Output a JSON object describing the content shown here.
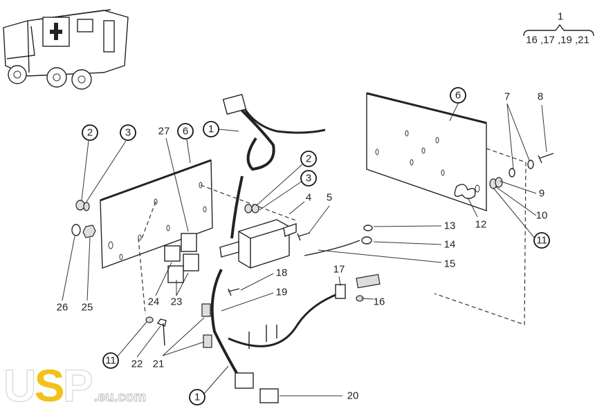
{
  "diagram": {
    "assembly_label": "1",
    "assembly_parts": "16 ,17 ,19 ,21",
    "callouts": [
      {
        "text": "1",
        "circled": true
      },
      {
        "text": "2",
        "circled": true
      },
      {
        "text": "3",
        "circled": true
      },
      {
        "text": "27",
        "circled": false
      },
      {
        "text": "6",
        "circled": true
      },
      {
        "text": "6",
        "circled": true
      },
      {
        "text": "7",
        "circled": false
      },
      {
        "text": "8",
        "circled": false
      },
      {
        "text": "2",
        "circled": true
      },
      {
        "text": "3",
        "circled": true
      },
      {
        "text": "4",
        "circled": false
      },
      {
        "text": "5",
        "circled": false
      },
      {
        "text": "9",
        "circled": false
      },
      {
        "text": "10",
        "circled": false
      },
      {
        "text": "11",
        "circled": true
      },
      {
        "text": "12",
        "circled": false
      },
      {
        "text": "13",
        "circled": false
      },
      {
        "text": "14",
        "circled": false
      },
      {
        "text": "15",
        "circled": false
      },
      {
        "text": "17",
        "circled": false
      },
      {
        "text": "16",
        "circled": false
      },
      {
        "text": "18",
        "circled": false
      },
      {
        "text": "19",
        "circled": false
      },
      {
        "text": "24",
        "circled": false
      },
      {
        "text": "23",
        "circled": false
      },
      {
        "text": "26",
        "circled": false
      },
      {
        "text": "25",
        "circled": false
      },
      {
        "text": "11",
        "circled": true
      },
      {
        "text": "22",
        "circled": false
      },
      {
        "text": "21",
        "circled": false
      },
      {
        "text": "1",
        "circled": true
      },
      {
        "text": "20",
        "circled": false
      }
    ]
  },
  "logo": {
    "brand": "USP",
    "domain": ".eu.com",
    "accent_color": "#f2c21b"
  }
}
